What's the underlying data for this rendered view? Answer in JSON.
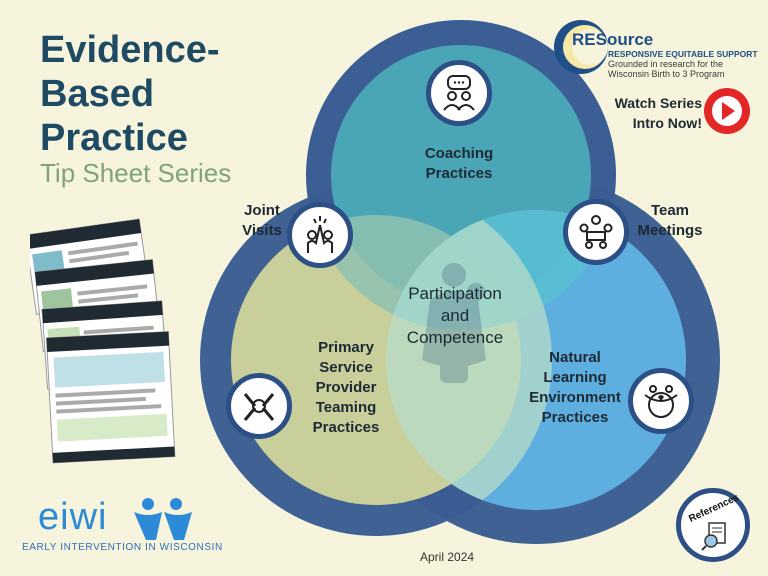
{
  "title": {
    "line1": "Evidence-",
    "line2": "Based",
    "line3": "Practice",
    "subtitle": "Tip Sheet Series"
  },
  "resource_logo": {
    "name": "RESource",
    "line1": "RESPONSIVE EQUITABLE SUPPORT",
    "line2": "Grounded in research for the",
    "line3": "Wisconsin Birth to 3 Program"
  },
  "watch": {
    "line1": "Watch Series",
    "line2": "Intro Now!"
  },
  "venn": {
    "coaching_line1": "Coaching",
    "coaching_line2": "Practices",
    "joint_line1": "Joint",
    "joint_line2": "Visits",
    "team_line1": "Team",
    "team_line2": "Meetings",
    "center_line1": "Participation",
    "center_line2": "and",
    "center_line3": "Competence",
    "pspt_line1": "Primary",
    "pspt_line2": "Service",
    "pspt_line3": "Provider",
    "pspt_line4": "Teaming",
    "pspt_line5": "Practices",
    "nle_line1": "Natural",
    "nle_line2": "Learning",
    "nle_line3": "Environment",
    "nle_line4": "Practices"
  },
  "references": "References",
  "eiwi": {
    "wordmark": "eiwi",
    "tagline": "EARLY INTERVENTION IN WISCONSIN"
  },
  "date": "April 2024",
  "colors": {
    "background": "#f6f4dc",
    "title": "#1e4a63",
    "subtitle": "#7fa37c",
    "ring_dark": "#3b5f95",
    "teal": "#4ba6b8",
    "olive": "#c9cf9b",
    "light_blue": "#64b4d9",
    "play_red": "#e32626"
  },
  "icons": [
    "chat-people-icon",
    "high-five-icon",
    "team-table-icon",
    "hands-together-icon",
    "globe-hug-icon",
    "document-magnifier-icon",
    "play-icon"
  ]
}
